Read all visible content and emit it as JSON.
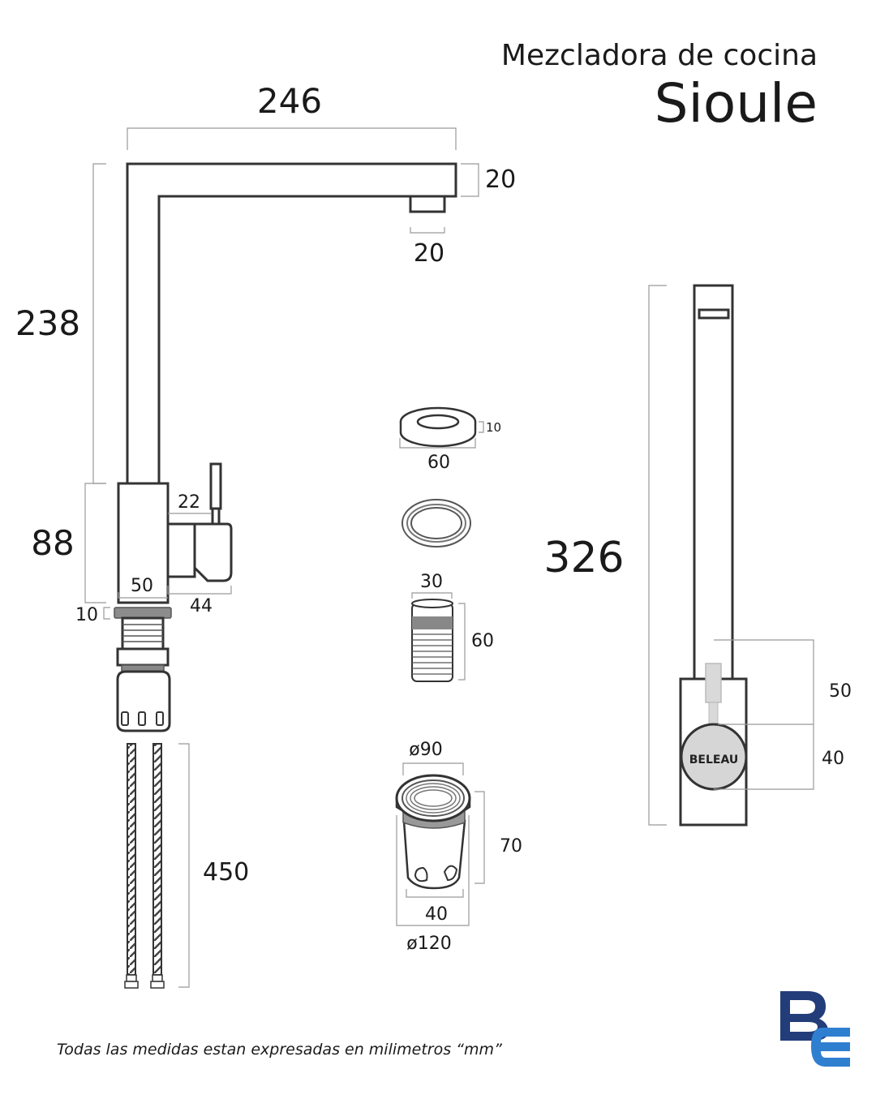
{
  "header": {
    "subtitle": "Mezcladora de cocina",
    "model": "Sioule"
  },
  "dimensions": {
    "spout_length": "246",
    "spout_thickness": "20",
    "aerator_width": "20",
    "spout_height": "238",
    "body_height": "88",
    "handle_offset": "22",
    "body_width": "50",
    "handle_depth": "44",
    "washer_thickness": "10",
    "hose_length": "450",
    "side_total_height": "326",
    "side_handle_height": "50",
    "side_knob_height": "40"
  },
  "parts": {
    "washer_thickness": "10",
    "washer_diameter": "60",
    "threaded_rod_diameter": "30",
    "threaded_rod_length": "60",
    "base_diameter_top": "ø90",
    "base_height": "70",
    "base_bottom_width": "40",
    "base_diameter_bottom": "ø120"
  },
  "knob_brand": "BELEAU",
  "footer": {
    "note": "Todas las medidas estan expresadas en milimetros “mm”"
  },
  "logo": {
    "text": "BE",
    "color_dark": "#233d7a",
    "color_light": "#2f7fd1"
  }
}
